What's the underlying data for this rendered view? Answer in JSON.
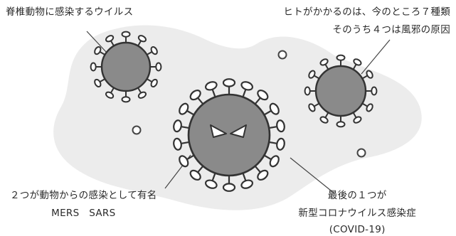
{
  "labels": {
    "top_left": "脊椎動物に感染するウイルス",
    "top_right_line1": "ヒトがかかるのは、今のところ７種類",
    "top_right_line2": "そのうち４つは風邪の原因",
    "bottom_left_line1": "２つが動物からの感染として有名",
    "bottom_left_line2": "MERS　SARS",
    "bottom_right_line1": "最後の１つが",
    "bottom_right_line2": "新型コロナウイルス感染症",
    "bottom_right_line3": "(COVID-19)"
  },
  "colors": {
    "blob": "#ececec",
    "virus_body": "#8a8a8a",
    "outline": "#333333",
    "spike_fill": "#ffffff",
    "text": "#2a2a2a"
  }
}
